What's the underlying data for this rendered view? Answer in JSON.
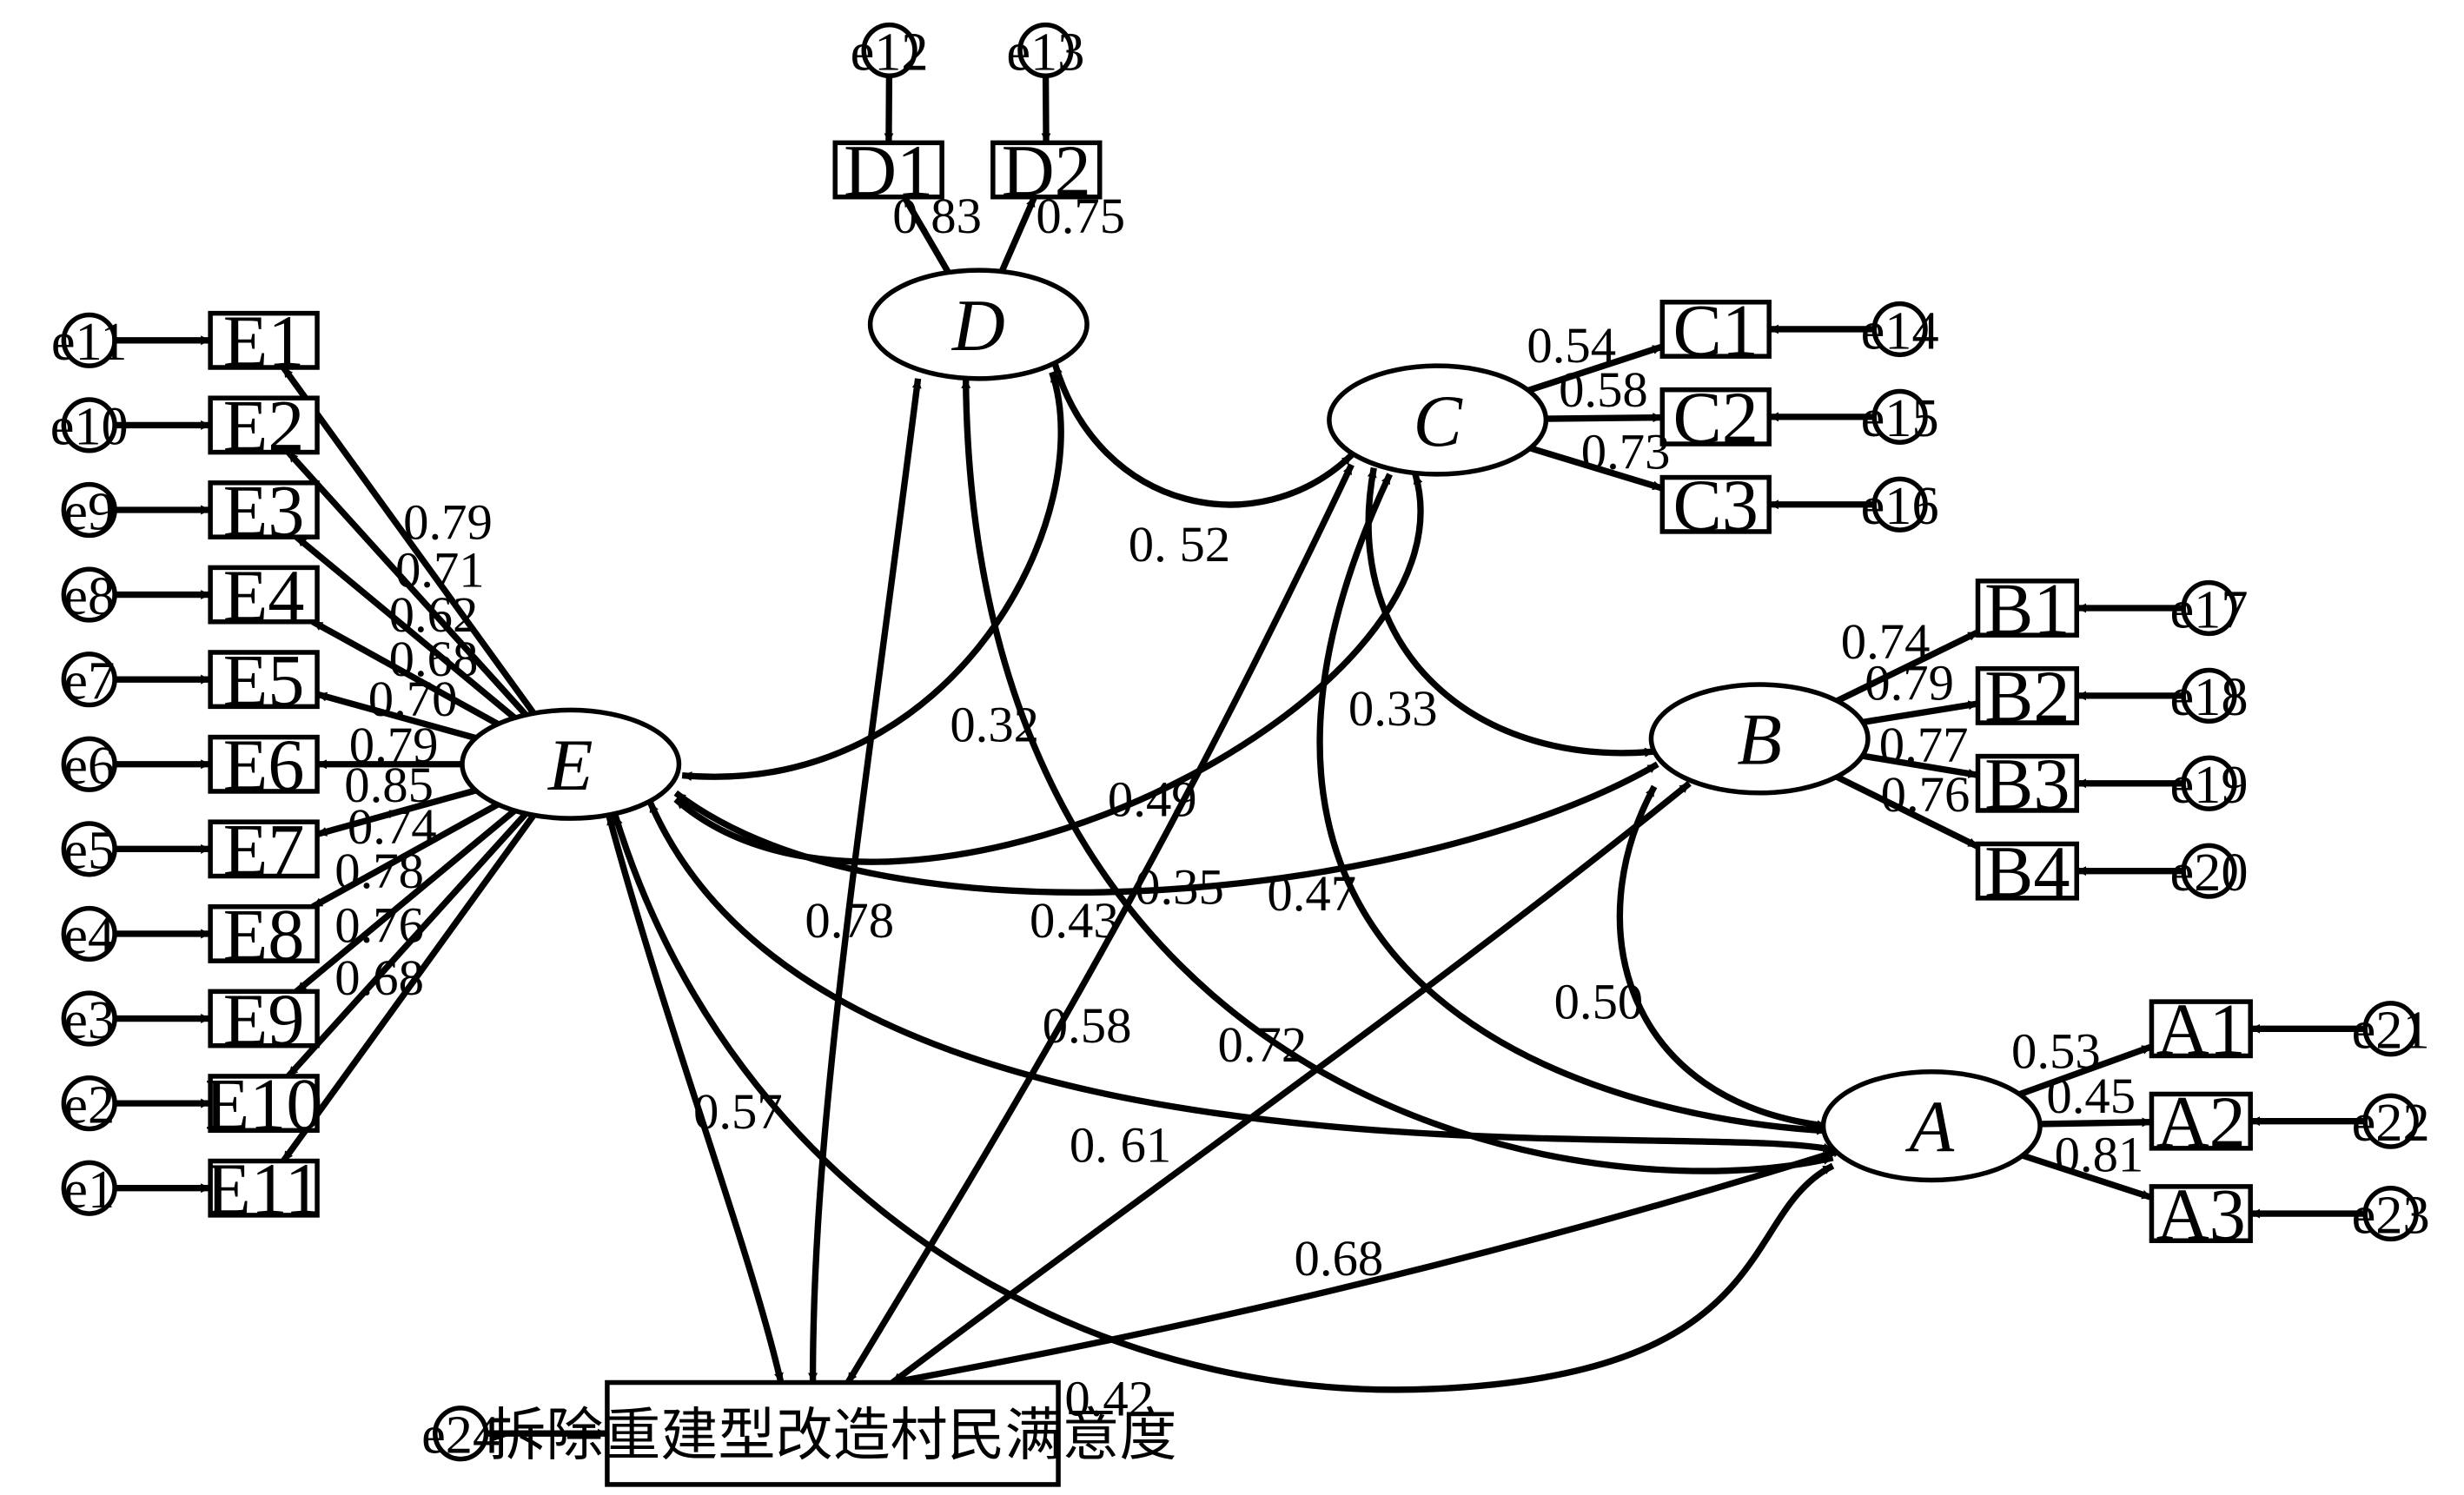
{
  "latents": [
    {
      "id": "D",
      "label": "D"
    },
    {
      "id": "C",
      "label": "C"
    },
    {
      "id": "B",
      "label": "B"
    },
    {
      "id": "A",
      "label": "A"
    },
    {
      "id": "E",
      "label": "E"
    }
  ],
  "target": {
    "id": "Y",
    "label": "拆除重建型改造村民满意度",
    "error": "e24"
  },
  "indicators": [
    {
      "latent": "E",
      "name": "E1",
      "error": "e11",
      "loading": "0.79"
    },
    {
      "latent": "E",
      "name": "E2",
      "error": "e10",
      "loading": "0.71"
    },
    {
      "latent": "E",
      "name": "E3",
      "error": "e9",
      "loading": "0.62"
    },
    {
      "latent": "E",
      "name": "E4",
      "error": "e8",
      "loading": "0.68"
    },
    {
      "latent": "E",
      "name": "E5",
      "error": "e7",
      "loading": "0.70"
    },
    {
      "latent": "E",
      "name": "E6",
      "error": "e6",
      "loading": "0.79"
    },
    {
      "latent": "E",
      "name": "E7",
      "error": "e5",
      "loading": "0.85"
    },
    {
      "latent": "E",
      "name": "E8",
      "error": "e4",
      "loading": "0.74"
    },
    {
      "latent": "E",
      "name": "E9",
      "error": "e3",
      "loading": "0.78"
    },
    {
      "latent": "E",
      "name": "E10",
      "error": "e2",
      "loading": "0.76"
    },
    {
      "latent": "E",
      "name": "E11",
      "error": "e1",
      "loading": "0.68"
    },
    {
      "latent": "D",
      "name": "D1",
      "error": "e12",
      "loading": "0.83"
    },
    {
      "latent": "D",
      "name": "D2",
      "error": "e13",
      "loading": "0.75"
    },
    {
      "latent": "C",
      "name": "C1",
      "error": "e14",
      "loading": "0.54"
    },
    {
      "latent": "C",
      "name": "C2",
      "error": "e15",
      "loading": "0.58"
    },
    {
      "latent": "C",
      "name": "C3",
      "error": "e16",
      "loading": "0.73"
    },
    {
      "latent": "B",
      "name": "B1",
      "error": "e17",
      "loading": "0.74"
    },
    {
      "latent": "B",
      "name": "B2",
      "error": "e18",
      "loading": "0.79"
    },
    {
      "latent": "B",
      "name": "B3",
      "error": "e19",
      "loading": "0.77"
    },
    {
      "latent": "B",
      "name": "B4",
      "error": "e20",
      "loading": "0.76"
    },
    {
      "latent": "A",
      "name": "A1",
      "error": "e21",
      "loading": "0.53"
    },
    {
      "latent": "A",
      "name": "A2",
      "error": "e22",
      "loading": "0.45"
    },
    {
      "latent": "A",
      "name": "A3",
      "error": "e23",
      "loading": "0.81"
    }
  ],
  "paths": [
    {
      "from": "D",
      "to": "C",
      "coef": "0. 52"
    },
    {
      "from": "D",
      "to": "E",
      "coef": "0.32"
    },
    {
      "from": "C",
      "to": "B",
      "coef": "0.33"
    },
    {
      "from": "E",
      "to": "B",
      "coef": "0.49"
    },
    {
      "from": "E",
      "to": "C",
      "coef": "0.35"
    },
    {
      "from": "C",
      "to": "A",
      "coef": "0.47"
    },
    {
      "from": "D",
      "to": "Y",
      "coef": "0.78"
    },
    {
      "from": "D",
      "to": "A",
      "coef": "0.43"
    },
    {
      "from": "C",
      "to": "Y",
      "coef": "0.58"
    },
    {
      "from": "B",
      "to": "A",
      "coef": "0.50"
    },
    {
      "from": "B",
      "to": "Y",
      "coef": "0.72"
    },
    {
      "from": "E",
      "to": "A",
      "coef": "0. 61"
    },
    {
      "from": "E",
      "to": "Y",
      "coef": "0.57"
    },
    {
      "from": "A",
      "to": "Y",
      "coef": "0.68"
    },
    {
      "from": "E",
      "to": "A2",
      "coef": "0.42"
    }
  ]
}
